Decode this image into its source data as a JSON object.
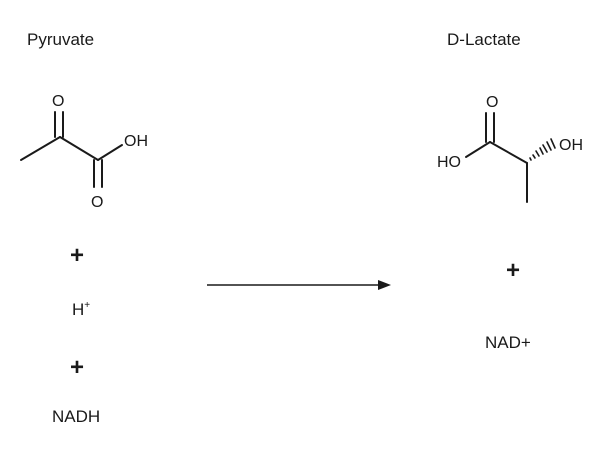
{
  "reactants": {
    "pyruvate": {
      "name": "Pyruvate",
      "atoms": {
        "o_top": "O",
        "oh": "OH",
        "o_bottom": "O"
      }
    },
    "plus1": "+",
    "proton": {
      "symbol": "H",
      "charge": "+"
    },
    "plus2": "+",
    "nadh": "NADH"
  },
  "products": {
    "lactate": {
      "name": "D-Lactate",
      "atoms": {
        "o_top": "O",
        "ho": "HO",
        "oh": "OH"
      }
    },
    "plus": "+",
    "nad": "NAD+"
  }
}
